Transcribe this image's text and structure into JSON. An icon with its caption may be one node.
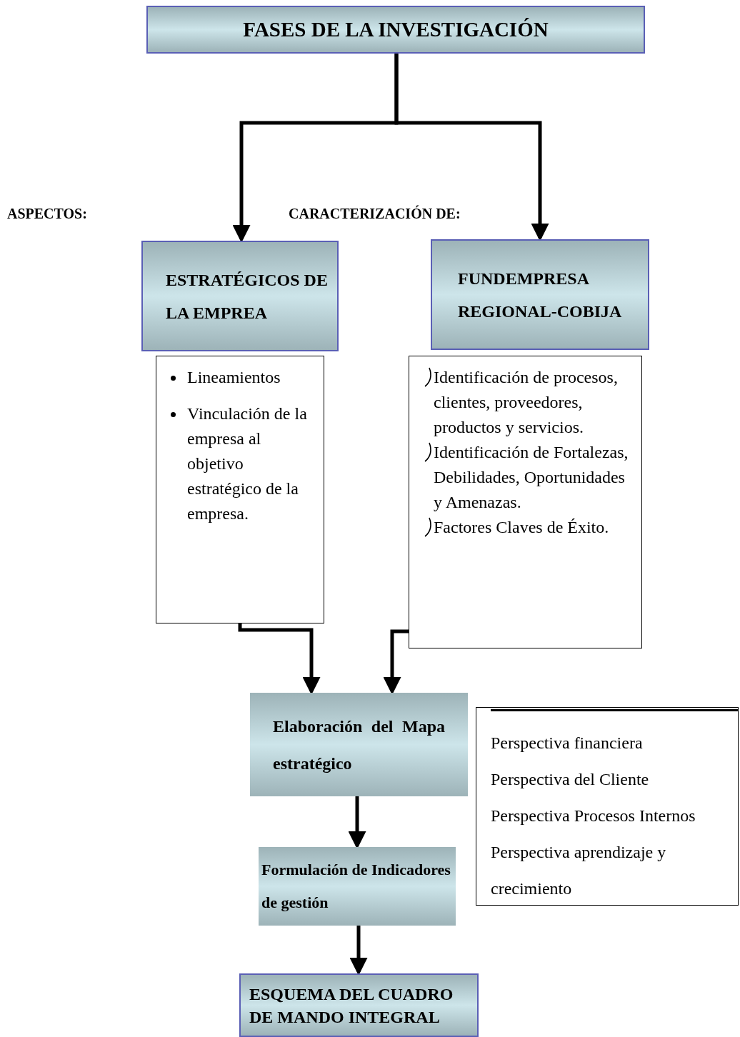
{
  "diagram": {
    "nodes": [
      {
        "text": [
          "FASES DE LA INVESTIGACIÓN"
        ]
      },
      {
        "text": [
          "ESTRATÉGICOS DE LA EMPREA"
        ]
      },
      {
        "text": [
          "FUNDEMPRESA REGIONAL-COBIJA"
        ]
      },
      {
        "text": [
          "Lineamientos",
          "Vinculación de la empresa al objetivo estratégico de la empresa."
        ]
      },
      {
        "text": [
          "Identificación de procesos, clientes, proveedores, productos y servicios.",
          "Identificación de Fortalezas, Debilidades, Oportunidades y Amenazas.",
          "Factores Claves de Éxito."
        ]
      },
      {
        "text": [
          "Elaboración del Mapa estratégico"
        ]
      },
      {
        "text": [
          "Formulación de Indicadores de gestión"
        ]
      },
      {
        "text": [
          "ESQUEMA DEL CUADRO DE MANDO INTEGRAL"
        ]
      },
      {
        "text": [
          "Perspectiva financiera",
          "Perspectiva del Cliente",
          "Perspectiva Procesos Internos",
          "Perspectiva aprendizaje y crecimiento"
        ]
      }
    ],
    "edges": [
      {
        "from": 0,
        "to": 1,
        "arrow": "to"
      },
      {
        "from": 0,
        "to": 2,
        "arrow": "to"
      },
      {
        "from": 3,
        "to": 5,
        "arrow": "to"
      },
      {
        "from": 4,
        "to": 5,
        "arrow": "to"
      },
      {
        "from": 5,
        "to": 6,
        "arrow": "to"
      },
      {
        "from": 6,
        "to": 7,
        "arrow": "to"
      }
    ],
    "labels": [
      "ASPECTOS:",
      "CARACTERIZACIÓN DE:"
    ]
  }
}
